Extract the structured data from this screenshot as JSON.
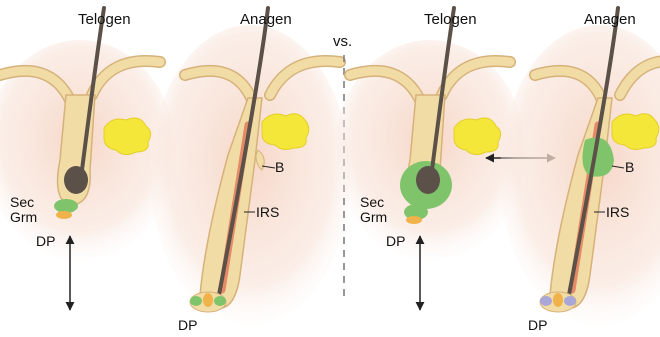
{
  "panels": [
    {
      "telogen_title": "Telogen",
      "anagen_title": "Anagen",
      "telogen_labels": {
        "sec": "Sec",
        "grm": "Grm",
        "dp": "DP"
      },
      "anagen_labels": {
        "b": "B",
        "irs": "IRS",
        "dp": "DP"
      }
    },
    {
      "telogen_title": "Telogen",
      "anagen_title": "Anagen",
      "telogen_labels": {
        "sec": "Sec",
        "grm": "Grm",
        "dp": "DP"
      },
      "anagen_labels": {
        "b": "B",
        "irs": "IRS",
        "dp": "DP"
      }
    }
  ],
  "separator_label": "vs.",
  "colors": {
    "skin_glow": "#f6d5c5",
    "follicle": "#f2dca6",
    "follicle_outline": "#d6b27a",
    "sebaceous_gland": "#f5e63a",
    "hair_shaft": "#5c5148",
    "irs": "#e58a66",
    "secondary_germ_green": "#7fc46b",
    "dermal_papilla": "#f0b24a",
    "bulb_tip_blue": "#a9a6d8"
  },
  "icons": [
    "double-arrow-vertical-icon",
    "double-arrow-horizontal-icon",
    "dashed-divider"
  ]
}
